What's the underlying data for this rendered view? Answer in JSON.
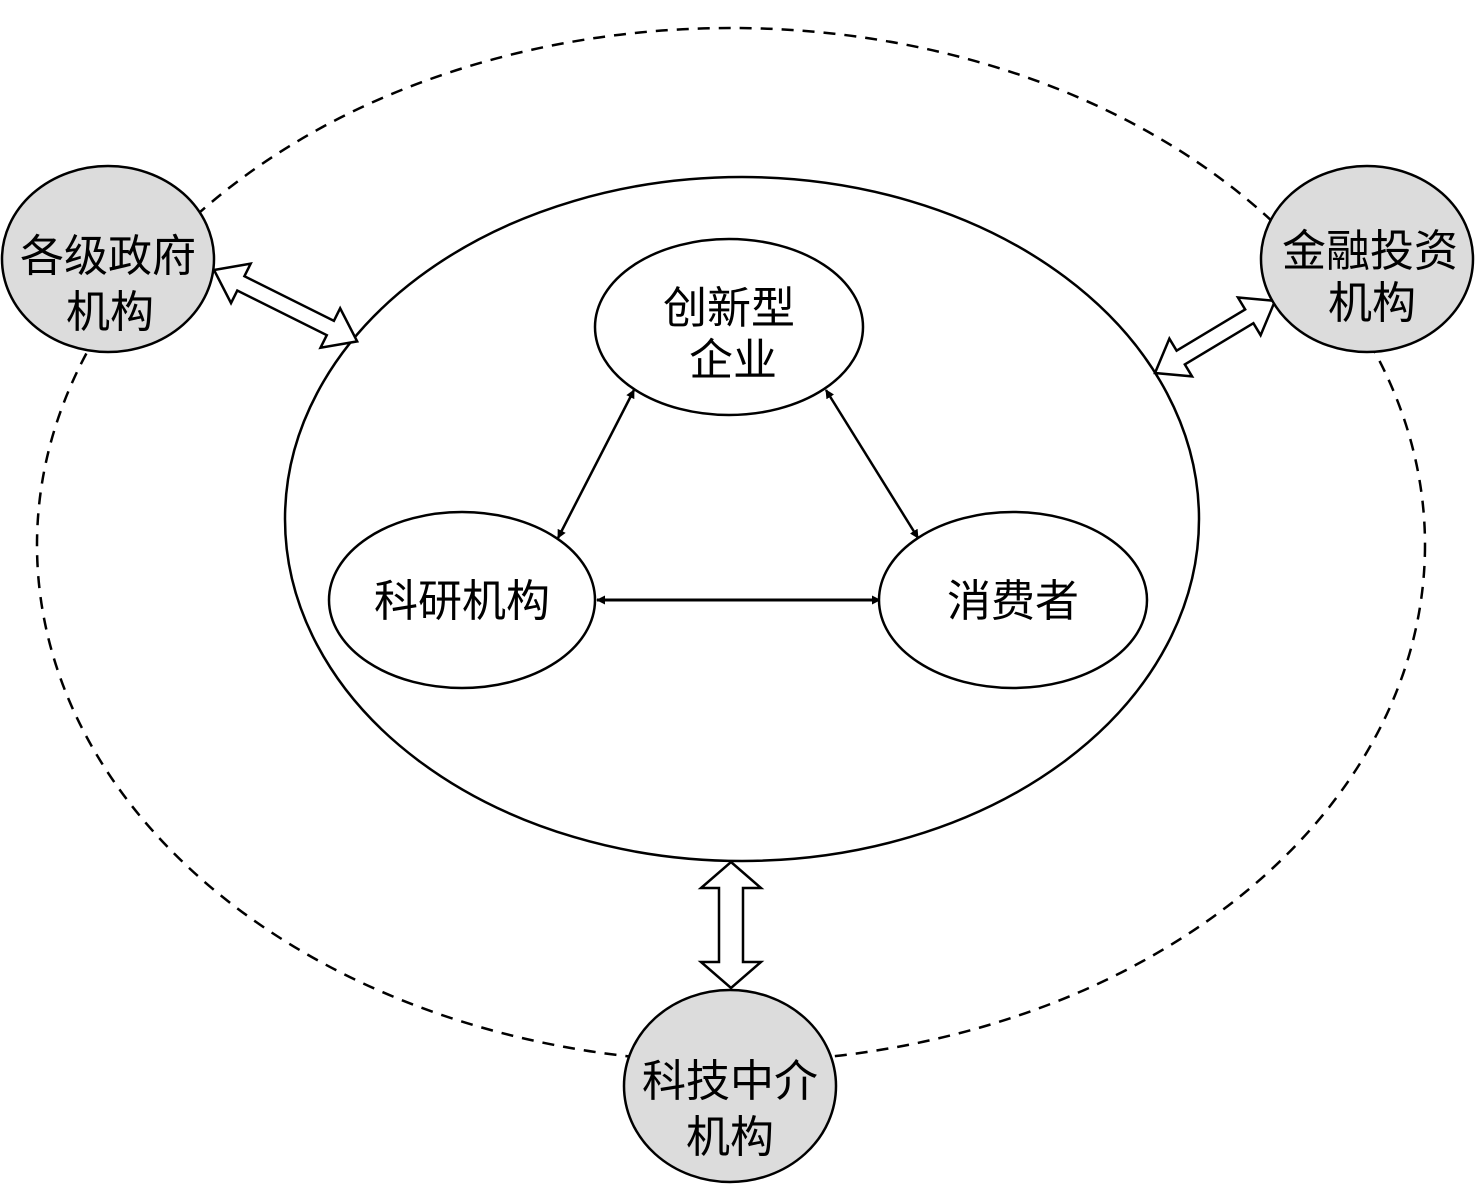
{
  "diagram": {
    "title": "",
    "colors": {
      "stroke": "#000000",
      "outer_node_fill": "#dcdcdc",
      "inner_node_fill": "#ffffff",
      "background": "#ffffff"
    },
    "outer_ring": {
      "name": "external-environment",
      "style": "dashed"
    },
    "inner_ring": {
      "name": "core-system",
      "style": "solid"
    },
    "core_nodes": [
      {
        "id": "enterprise",
        "lines": [
          "创新型",
          "企业"
        ]
      },
      {
        "id": "research",
        "lines": [
          "科研机构"
        ]
      },
      {
        "id": "consumer",
        "lines": [
          "消费者"
        ]
      }
    ],
    "support_nodes": [
      {
        "id": "government",
        "lines": [
          "各级政府",
          "机构"
        ]
      },
      {
        "id": "finance",
        "lines": [
          "金融投资",
          "机构"
        ]
      },
      {
        "id": "intermediary",
        "lines": [
          "科技中介",
          "机构"
        ]
      }
    ],
    "edges": [
      {
        "from": "enterprise",
        "to": "research",
        "type": "bidirectional-solid"
      },
      {
        "from": "enterprise",
        "to": "consumer",
        "type": "bidirectional-solid"
      },
      {
        "from": "research",
        "to": "consumer",
        "type": "bidirectional-solid"
      },
      {
        "from": "government",
        "to": "core-system",
        "type": "bidirectional-hollow"
      },
      {
        "from": "finance",
        "to": "core-system",
        "type": "bidirectional-hollow"
      },
      {
        "from": "intermediary",
        "to": "core-system",
        "type": "bidirectional-hollow"
      }
    ]
  }
}
